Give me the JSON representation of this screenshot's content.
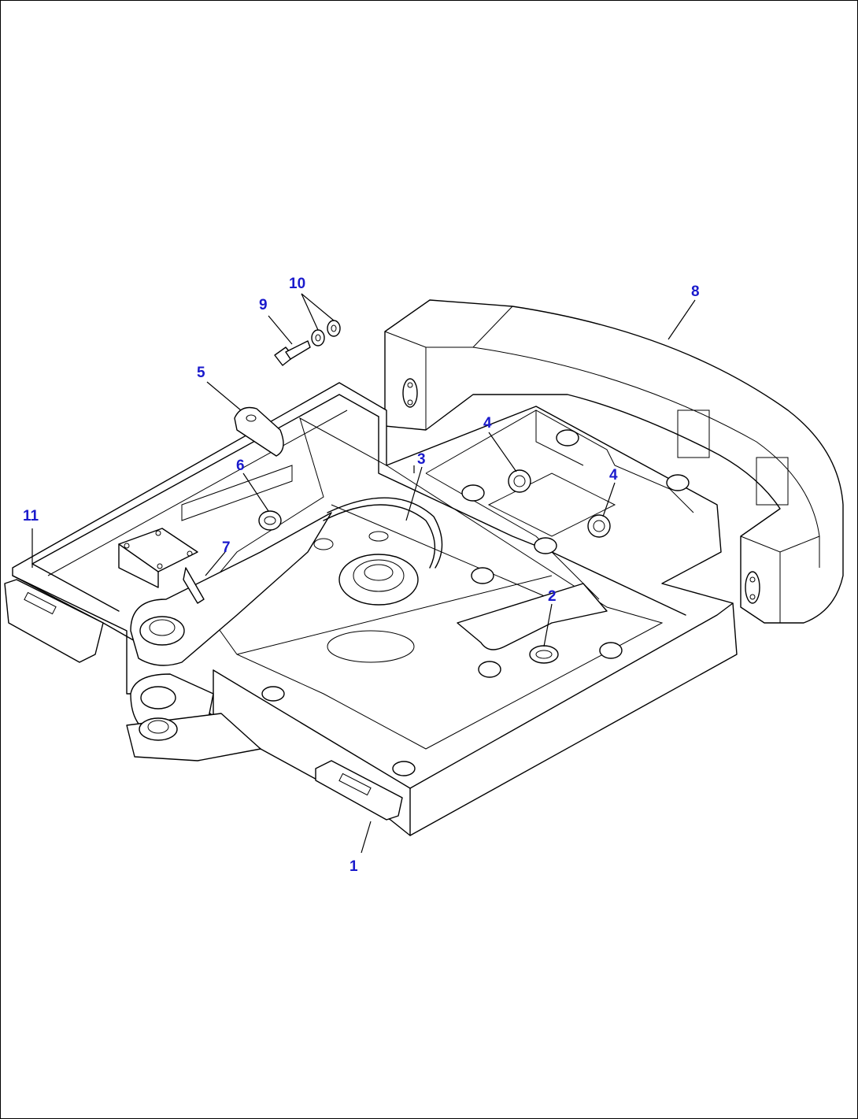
{
  "callouts": {
    "c1": "1",
    "c2": "2",
    "c3": "3",
    "c4a": "4",
    "c4b": "4",
    "c5": "5",
    "c6": "6",
    "c7": "7",
    "c8": "8",
    "c9": "9",
    "c10": "10",
    "c11": "11"
  },
  "colors": {
    "callout_text": "#1a1acc",
    "line_art": "#000000",
    "background": "#ffffff"
  }
}
